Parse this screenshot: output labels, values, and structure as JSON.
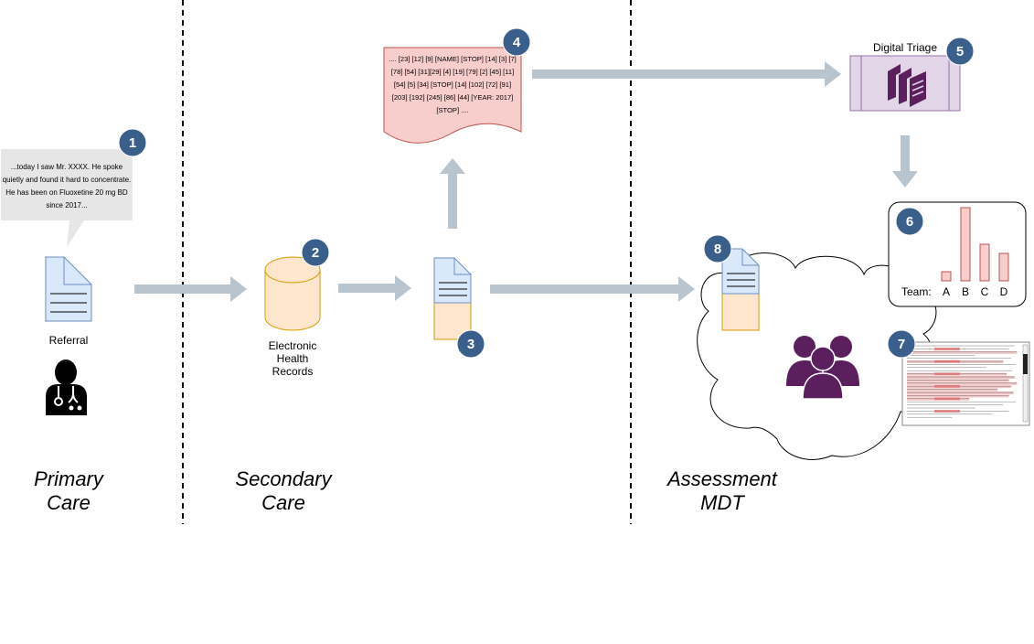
{
  "regions": {
    "primary": [
      "Primary",
      "Care"
    ],
    "secondary": [
      "Secondary",
      "Care"
    ],
    "assessment": [
      "Assessment",
      "MDT"
    ]
  },
  "referral": {
    "speech": [
      "...today I saw Mr. XXXX. He spoke",
      "quietly and found it hard to concentrate.",
      "He has been on Fluoxetine 20 mg BD",
      "since 2017..."
    ],
    "label": "Referral"
  },
  "ehr": {
    "label": [
      "Electronic",
      "Health",
      "Records"
    ]
  },
  "tokens": {
    "lines": [
      ".... [23] [12] [9] [NAME] [STOP] [14] [3] [7]",
      "[78] [54] [31][29] [4] [19] [79] [2] [45] [11]",
      "[54] [5] [34] [STOP] [14] [102] [72] [91]",
      "[203] [192] [245] [86] [44] [YEAR: 2017]",
      "[STOP] ...."
    ]
  },
  "triage": {
    "label": "Digital Triage"
  },
  "team_chart": {
    "axis_label": "Team:"
  },
  "chart_data": {
    "type": "bar",
    "categories": [
      "A",
      "B",
      "C",
      "D"
    ],
    "values": [
      1,
      8,
      4,
      3
    ],
    "ylim": [
      0,
      8
    ],
    "bar_color": "#f8cecc",
    "bar_stroke": "#b85450"
  },
  "badges": [
    "1",
    "2",
    "3",
    "4",
    "5",
    "6",
    "7",
    "8"
  ],
  "colors": {
    "badge": "#3a5f8a",
    "arrow": "#b8c4ce",
    "doc_fill": "#dae8fc",
    "doc_stroke": "#6c8ebf",
    "cyl_fill": "#ffe6cc",
    "cyl_stroke": "#d79b00",
    "token_fill": "#f8cecc",
    "token_stroke": "#b85450",
    "triage_fill": "#e1d5e7",
    "triage_stroke": "#9673a6",
    "mdt_purple": "#5c1f5e"
  }
}
